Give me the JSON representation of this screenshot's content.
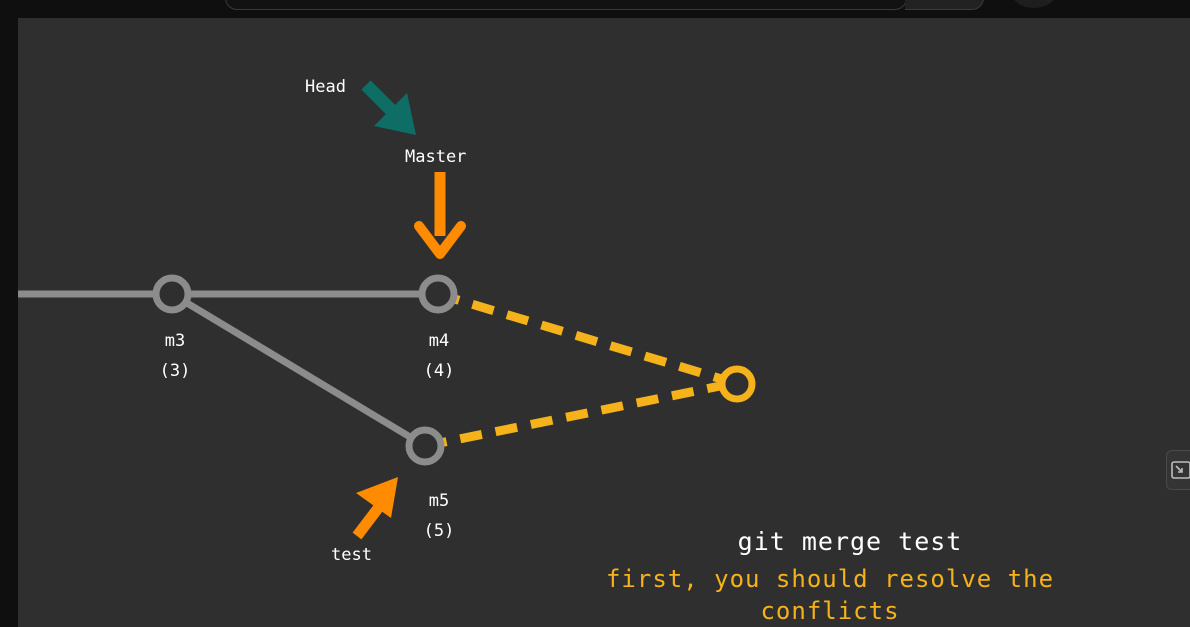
{
  "labels": {
    "head": "Head",
    "master": "Master",
    "test_branch": "test"
  },
  "commits": [
    {
      "id": "m3",
      "number": "(3)"
    },
    {
      "id": "m4",
      "number": "(4)"
    },
    {
      "id": "m5",
      "number": "(5)"
    }
  ],
  "command": "git merge test",
  "note_line1": "first, you should resolve the",
  "note_line2": "conflicts",
  "colors": {
    "background": "#2f2f2f",
    "commit_gray": "#8c8c8c",
    "branch_orange": "#ff8c00",
    "head_teal": "#0e6e66",
    "merge_yellow": "#f5b21a",
    "text": "#ffffff"
  }
}
